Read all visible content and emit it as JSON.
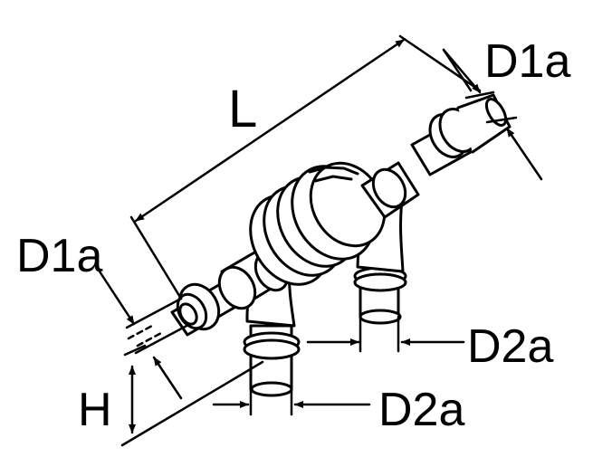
{
  "diagram": {
    "labels": {
      "length": "L",
      "d1a_top": "D1a",
      "d1a_left": "D1a",
      "d2a_right": "D2a",
      "d2a_bottom": "D2a",
      "height": "H"
    },
    "colors": {
      "stroke": "#000000",
      "fill": "#ffffff"
    }
  }
}
